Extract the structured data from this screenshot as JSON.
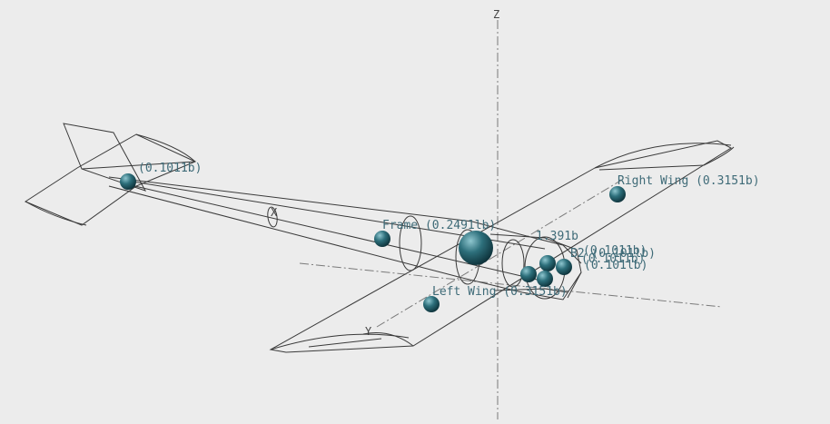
{
  "axes": {
    "z": "Z",
    "x": "X",
    "y": "Y"
  },
  "masses": [
    {
      "id": "tail",
      "label": "(0.1011b)"
    },
    {
      "id": "frame",
      "label": "Frame (0.2491lb)"
    },
    {
      "id": "cg",
      "label": "1.391b"
    },
    {
      "id": "right-wing",
      "label": "Right Wing (0.3151b)"
    },
    {
      "id": "left-wing",
      "label": "Left Wing (0.3151b)"
    },
    {
      "id": "comp-a",
      "label": "(0.1011b)"
    },
    {
      "id": "comp-b",
      "label": "B2 (0.101lb)"
    },
    {
      "id": "comp-c",
      "label": "(0.101lb)"
    },
    {
      "id": "comp-d",
      "label": "(0.1011b)"
    }
  ],
  "colors": {
    "background": "#ececec",
    "sphere": "#1f5a66",
    "label": "#3f6b78",
    "wire": "#3a3a3a"
  }
}
